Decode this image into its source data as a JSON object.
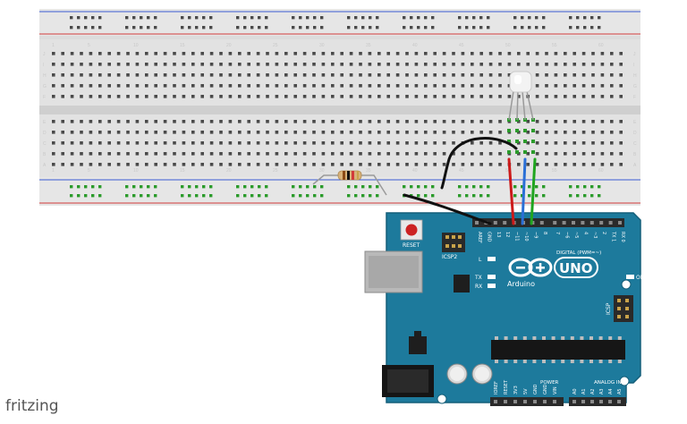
{
  "watermark": "fritzing",
  "breadboard": {
    "column_numbers": [
      "1",
      "5",
      "10",
      "15",
      "20",
      "25",
      "30",
      "35",
      "40",
      "45",
      "50",
      "55",
      "60"
    ],
    "rows_top": [
      "J",
      "I",
      "H",
      "G",
      "F"
    ],
    "rows_bottom": [
      "E",
      "D",
      "C",
      "B",
      "A"
    ]
  },
  "arduino": {
    "reset": "RESET",
    "icsp2": "ICSP2",
    "led_l": "L",
    "led_tx": "TX",
    "led_rx": "RX",
    "on": "ON",
    "logo": "UNO",
    "brand": "Arduino",
    "digital": "DIGITAL (PWM=~)",
    "icsp": "ICSP",
    "power": "POWER",
    "analog": "ANALOG IN",
    "digital_pins": [
      "AREF",
      "GND",
      "13",
      "12",
      "~11",
      "~10",
      "~9",
      "8",
      "7",
      "~6",
      "~5",
      "4",
      "~3",
      "2",
      "TX 1",
      "RX 0"
    ],
    "power_pins": [
      "IOREF",
      "RESET",
      "3V3",
      "5V",
      "GND",
      "GND",
      "VIN"
    ],
    "analog_pins": [
      "A0",
      "A1",
      "A2",
      "A3",
      "A4",
      "A5"
    ]
  },
  "colors": {
    "board": "#1d7a9c",
    "board_edge": "#155f7a",
    "breadboard": "#dcdcdc",
    "rail_red": "#d23a3a",
    "rail_blue": "#3a5ad2",
    "wire_black": "#111111",
    "wire_red": "#cc1a1a",
    "wire_blue": "#2a6fd6",
    "wire_green": "#1fa51f",
    "rail_hole": "#2b9b2b"
  }
}
